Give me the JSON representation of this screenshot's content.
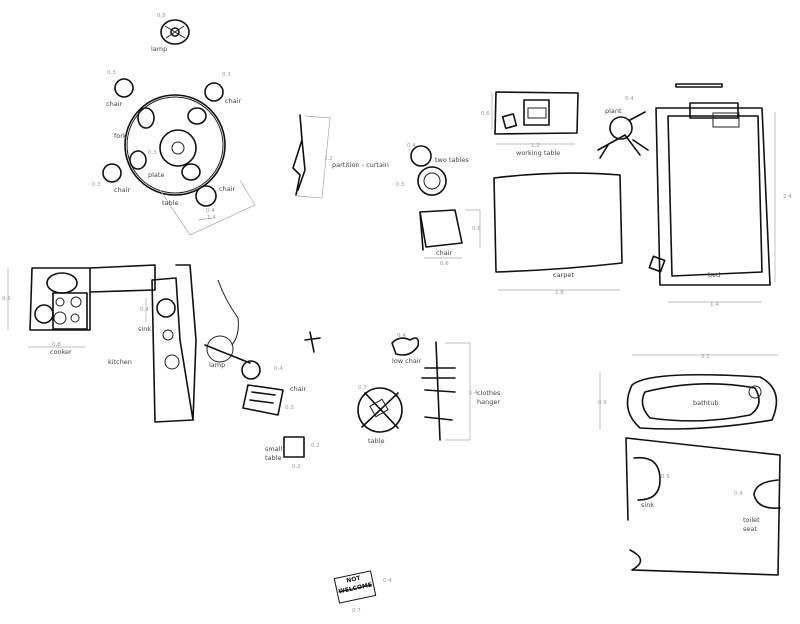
{
  "labels": {
    "lamp_top": "lamp",
    "chair_tl": "chair",
    "chair_tr": "chair",
    "chair_bl": "chair",
    "chair_br": "chair",
    "fork": "fork",
    "plate": "plate",
    "table_round": "table",
    "partition": "partition - curtain",
    "two_tables": "two tables",
    "chair_square": "chair",
    "working_table": "working table",
    "plant": "plant",
    "carpet": "carpet",
    "bed": "bed",
    "cooker": "cooker",
    "kitchen": "kitchen",
    "sink_kitchen": "sink",
    "lamp_floor": "lamp",
    "chair_lounge": "chair",
    "small_table_1": "small",
    "small_table_2": "table",
    "low_chair": "low chair",
    "table_small_round": "table",
    "clothes_hanger_1": "clothes",
    "clothes_hanger_2": "hanger",
    "bathtub": "bathtub",
    "sink_bath": "sink",
    "toilet_1": "toilet",
    "toilet_2": "seat",
    "sign_1": "NOT",
    "sign_2": "WELCOME"
  },
  "dimensions": {
    "lamp_top": "0.5",
    "chair_tl": "0.3",
    "chair_tr": "0.3",
    "chair_bl": "0.3",
    "plate": "0.3",
    "chair_br": "0.4",
    "table_round": "1.4",
    "partition": "1.2",
    "two_tables_w": "0.4",
    "two_tables_h": "0.5",
    "chair_square_h": "0.6",
    "chair_square_w": "0.6",
    "working_table_h": "0.6",
    "working_table_w": "1.2",
    "plant": "0.4",
    "carpet": "1.8",
    "bed_w": "1.4",
    "bed_h": "2.4",
    "cooker_h": "0.5",
    "cooker_w": "0.8",
    "sink_kitchen": "0.4",
    "chair_lounge_w": "0.4",
    "chair_lounge_h": "0.3",
    "small_table_h": "0.2",
    "small_table_w": "0.2",
    "low_chair": "0.4",
    "table_small_round": "0.7",
    "clothes_hanger": "1.4",
    "bathtub_w": "2.1",
    "bathtub_h": "0.9",
    "sink_bath": "0.5",
    "toilet": "0.4",
    "sign_h": "0.4",
    "sign_w": "0.7"
  }
}
